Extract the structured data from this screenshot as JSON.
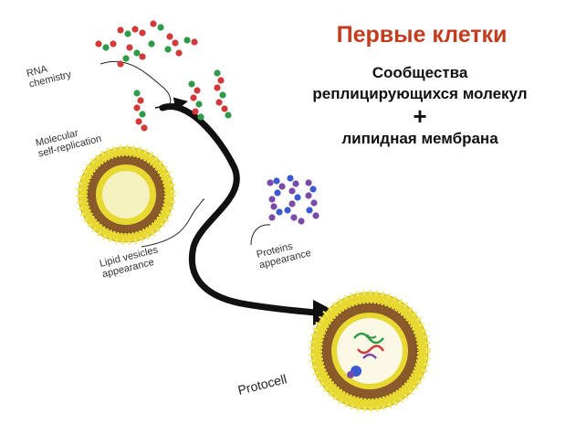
{
  "title": "Первые клетки",
  "caption": {
    "line1": "Сообщества",
    "line2": "реплицирующихся молекул",
    "plus": "+",
    "line3": "липидная мембрана"
  },
  "labels": {
    "rna_line1": "RNA",
    "rna_line2": "chemistry",
    "mol_line1": "Molecular",
    "mol_line2": "self-replication",
    "lipid_line1": "Lipid vesicles",
    "lipid_line2": "appearance",
    "prot_line1": "Proteins",
    "prot_line2": "appearance",
    "protocell": "Protocell"
  },
  "colors": {
    "title": "#c43b1e",
    "lipid_head": "#e8d832",
    "lipid_tail": "#8a5a2b",
    "rna_red": "#d23a3a",
    "rna_green": "#2e9a4a",
    "protein_purple": "#7a4aa8",
    "protein_blue": "#3a5ad0",
    "arrow": "#111111"
  }
}
